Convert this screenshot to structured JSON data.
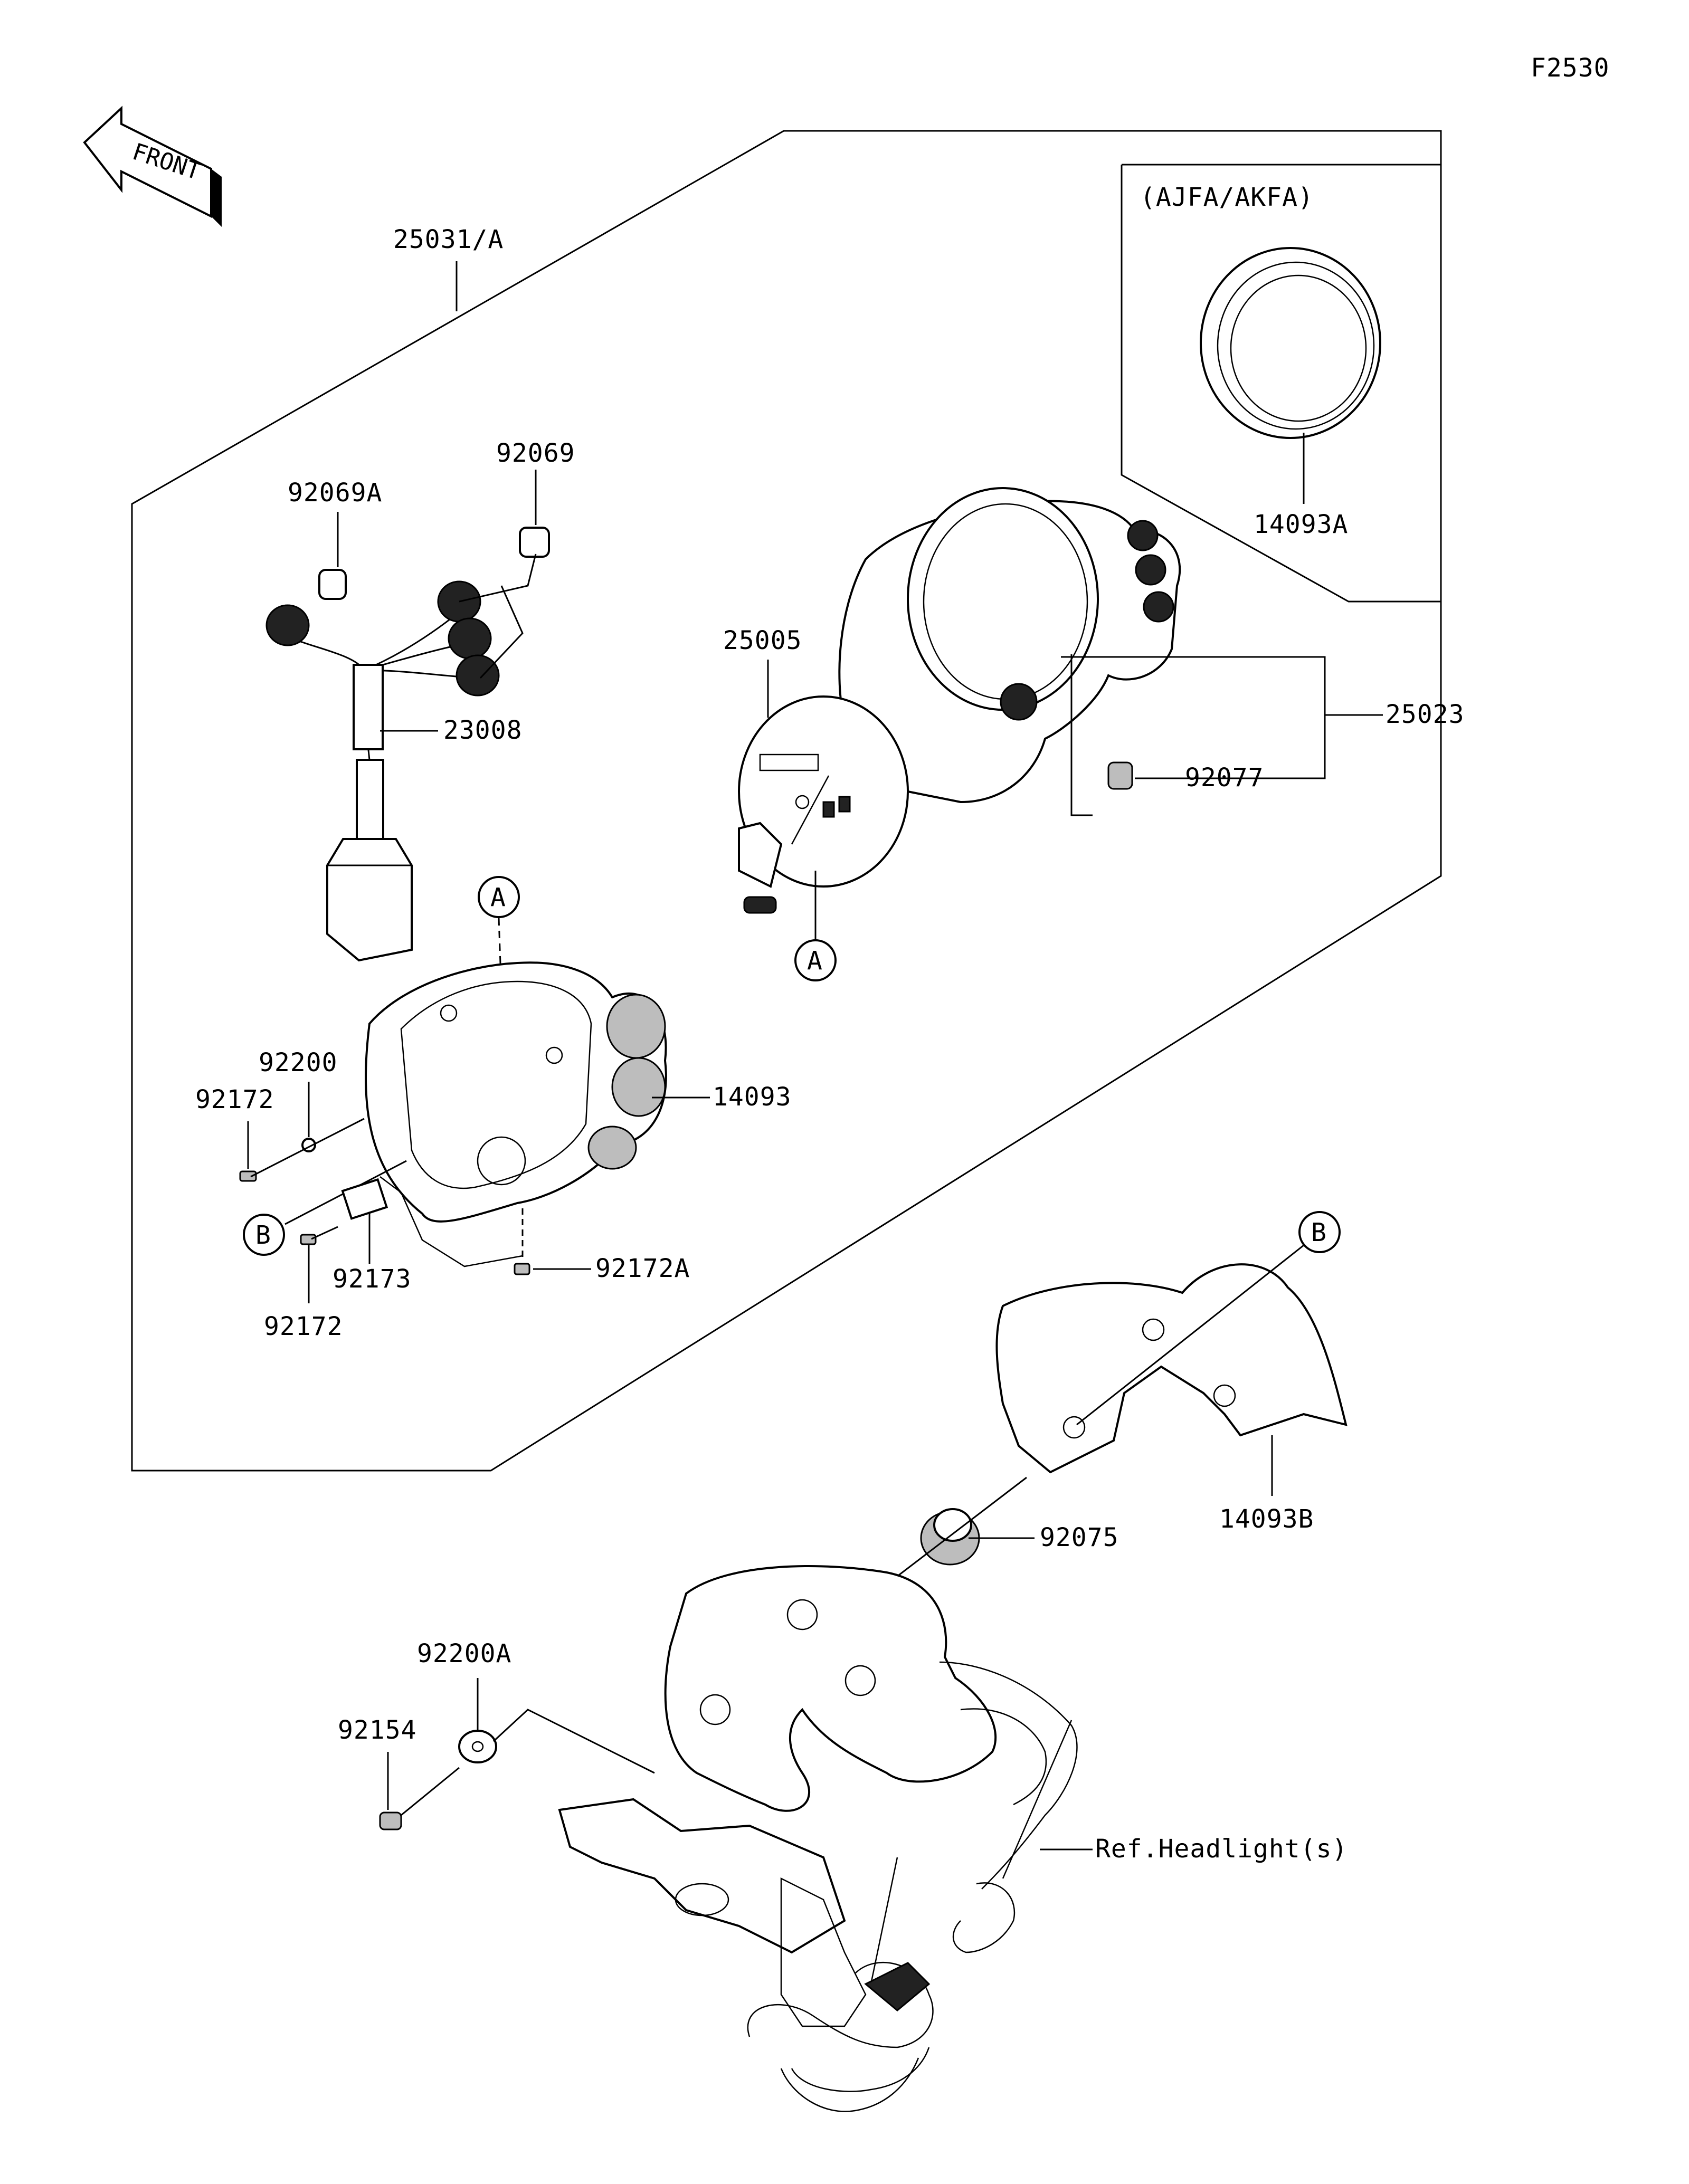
{
  "figure_code": "F2530",
  "front_label": "FRONT",
  "variant_label": "(AJFA/AKFA)",
  "reference_label": "Ref.Headlight(s)",
  "callout_letters": {
    "a": "A",
    "b": "B"
  },
  "parts": {
    "p25031A": "25031/A",
    "p92069": "92069",
    "p92069A": "92069A",
    "p23008": "23008",
    "p25005": "25005",
    "p14093A": "14093A",
    "p25023": "25023",
    "p92077": "92077",
    "p14093": "14093",
    "p92200": "92200",
    "p92172_top": "92172",
    "p92173": "92173",
    "p92172_bottom": "92172",
    "p92172A": "92172A",
    "p14093B": "14093B",
    "p92075": "92075",
    "p92200A": "92200A",
    "p92154": "92154"
  }
}
